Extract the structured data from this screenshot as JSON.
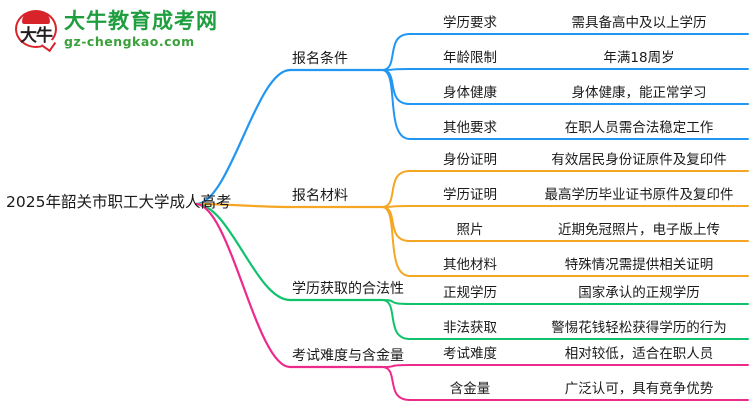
{
  "logo": {
    "badge_text": "大牛",
    "title": "大牛教育成考网",
    "domain": "gz-chengkao.com",
    "brand_green": "#1e9e3e",
    "brand_red": "#d8232a"
  },
  "mindmap": {
    "root": "2025年韶关市职工大学成人高考",
    "branches": [
      {
        "label": "报名条件",
        "color": "#2196f3",
        "items": [
          {
            "key": "学历要求",
            "value": "需具备高中及以上学历"
          },
          {
            "key": "年龄限制",
            "value": "年满18周岁"
          },
          {
            "key": "身体健康",
            "value": "身体健康，能正常学习"
          },
          {
            "key": "其他要求",
            "value": "在职人员需合法稳定工作"
          }
        ]
      },
      {
        "label": "报名材料",
        "color": "#f5a623",
        "items": [
          {
            "key": "身份证明",
            "value": "有效居民身份证原件及复印件"
          },
          {
            "key": "学历证明",
            "value": "最高学历毕业证书原件及复印件"
          },
          {
            "key": "照片",
            "value": "近期免冠照片，电子版上传"
          },
          {
            "key": "其他材料",
            "value": "特殊情况需提供相关证明"
          }
        ]
      },
      {
        "label": "学历获取的合法性",
        "color": "#11c26d",
        "items": [
          {
            "key": "正规学历",
            "value": "国家承认的正规学历"
          },
          {
            "key": "非法获取",
            "value": "警惕花钱轻松获得学历的行为"
          }
        ]
      },
      {
        "label": "考试难度与含金量",
        "color": "#ec2a8c",
        "items": [
          {
            "key": "考试难度",
            "value": "相对较低，适合在职人员"
          },
          {
            "key": "含金量",
            "value": "广泛认可，具有竞争优势"
          }
        ]
      }
    ]
  }
}
